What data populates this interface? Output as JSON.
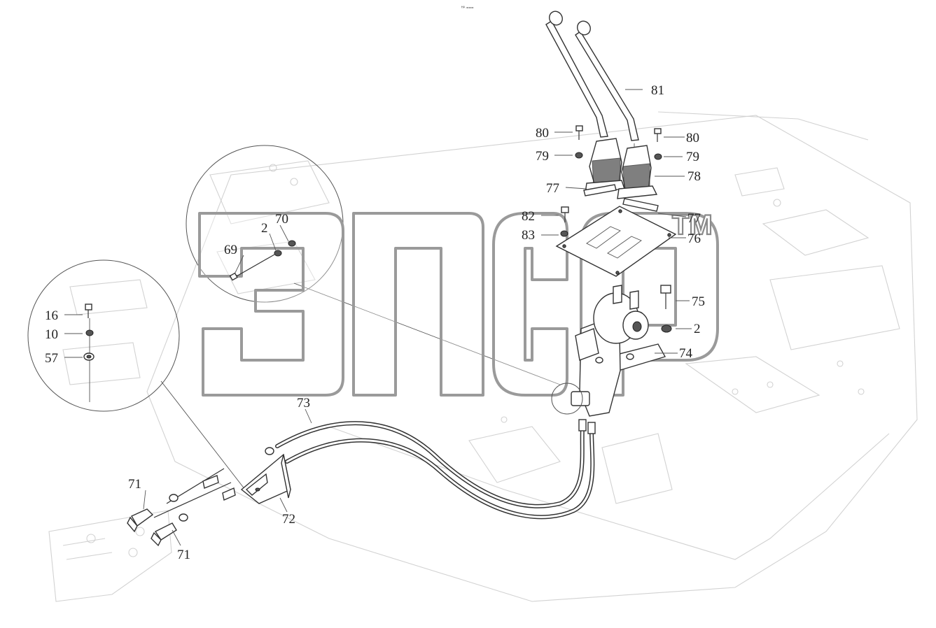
{
  "header": {
    "top_mark": "ᴴᴬ ==="
  },
  "watermark": {
    "trademark": "TM"
  },
  "callouts": [
    {
      "id": "c81a",
      "text": "81"
    },
    {
      "id": "c80a",
      "text": "80"
    },
    {
      "id": "c80b",
      "text": "80"
    },
    {
      "id": "c79a",
      "text": "79"
    },
    {
      "id": "c79b",
      "text": "79"
    },
    {
      "id": "c78",
      "text": "78"
    },
    {
      "id": "c77a",
      "text": "77"
    },
    {
      "id": "c77b",
      "text": "77"
    },
    {
      "id": "c82",
      "text": "82"
    },
    {
      "id": "c83",
      "text": "83"
    },
    {
      "id": "c76",
      "text": "76"
    },
    {
      "id": "c75",
      "text": "75"
    },
    {
      "id": "c2a",
      "text": "2"
    },
    {
      "id": "c74",
      "text": "74"
    },
    {
      "id": "c70",
      "text": "70"
    },
    {
      "id": "c2b",
      "text": "2"
    },
    {
      "id": "c69",
      "text": "69"
    },
    {
      "id": "c16",
      "text": "16"
    },
    {
      "id": "c10",
      "text": "10"
    },
    {
      "id": "c57",
      "text": "57"
    },
    {
      "id": "c73",
      "text": "73"
    },
    {
      "id": "c72",
      "text": "72"
    },
    {
      "id": "c71a",
      "text": "71"
    },
    {
      "id": "c71b",
      "text": "71"
    }
  ]
}
